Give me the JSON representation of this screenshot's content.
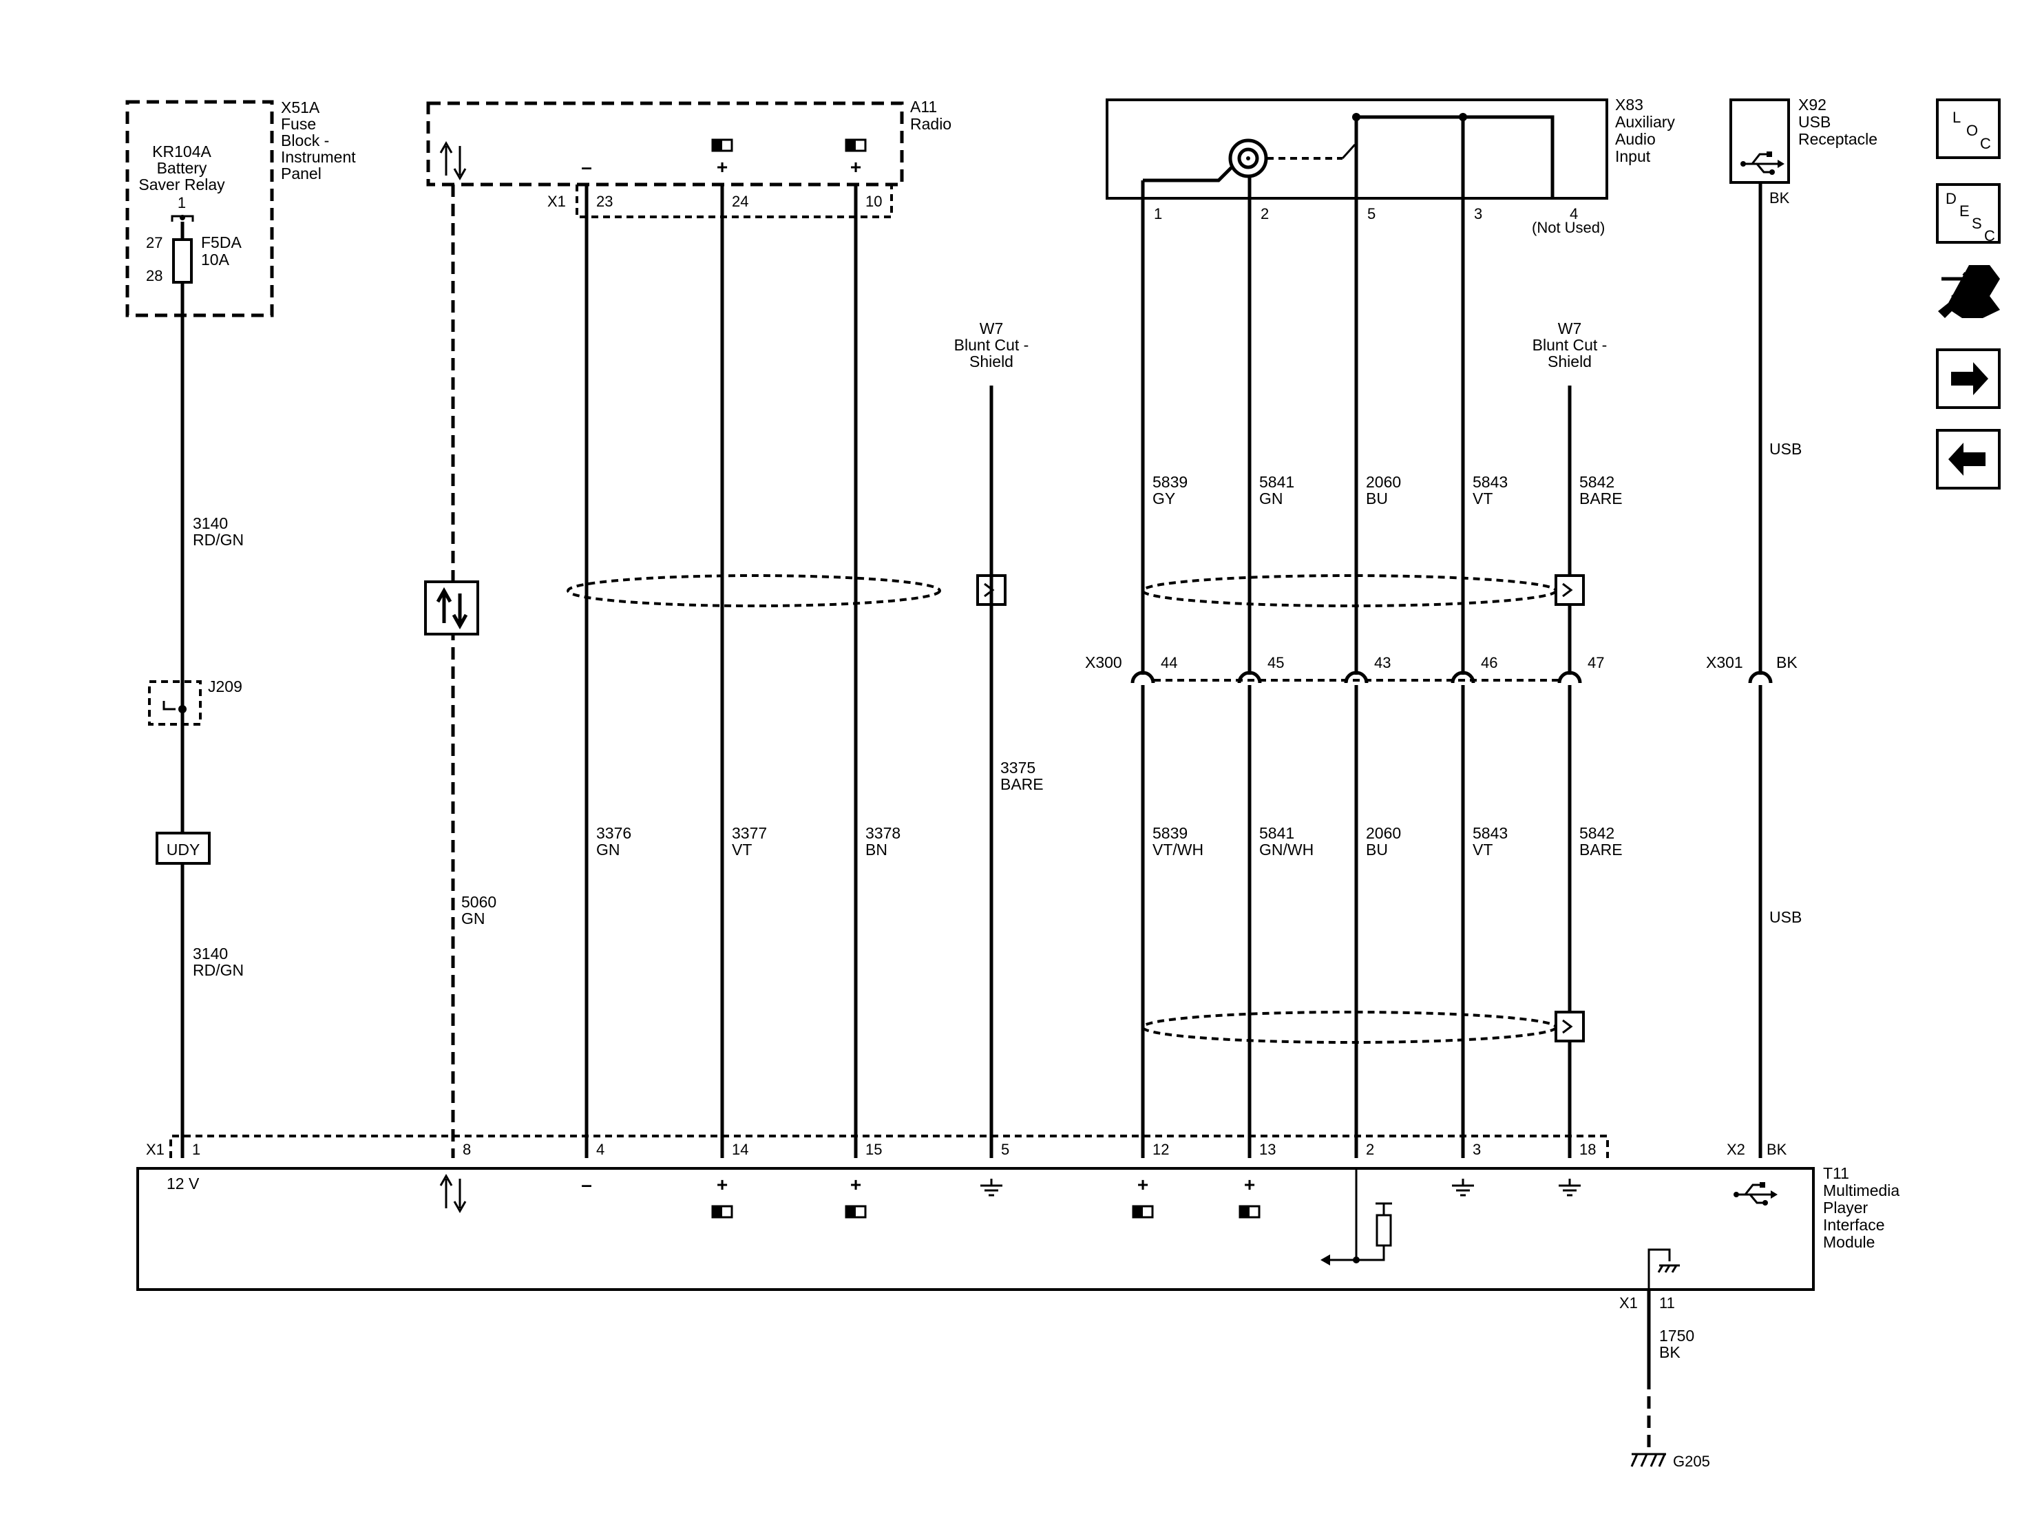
{
  "components": {
    "x51a": {
      "id": "X51A",
      "line1": "Fuse",
      "line2": "Block -",
      "line3": "Instrument",
      "line4": "Panel"
    },
    "kr104a": {
      "id": "KR104A",
      "line1": "Battery",
      "line2": "Saver Relay",
      "pin": "1"
    },
    "fuse": {
      "id": "F5DA",
      "rating": "10A",
      "pin_top": "27",
      "pin_bot": "28"
    },
    "a11": {
      "id": "A11",
      "name": "Radio",
      "conn": "X1",
      "pins": [
        "23",
        "24",
        "10"
      ]
    },
    "x83": {
      "id": "X83",
      "line1": "Auxiliary",
      "line2": "Audio",
      "line3": "Input",
      "pins": [
        "1",
        "2",
        "5",
        "3",
        "4"
      ],
      "not_used": "(Not Used)"
    },
    "x92": {
      "id": "X92",
      "line1": "USB",
      "line2": "Receptacle",
      "wire": "BK"
    },
    "w7a": {
      "id": "W7",
      "line1": "Blunt Cut -",
      "line2": "Shield"
    },
    "w7b": {
      "id": "W7",
      "line1": "Blunt Cut -",
      "line2": "Shield"
    },
    "j209": {
      "id": "J209"
    },
    "udy": {
      "id": "UDY"
    },
    "x300": {
      "id": "X300",
      "pins": [
        "44",
        "45",
        "43",
        "46",
        "47"
      ]
    },
    "x301": {
      "id": "X301",
      "wire": "BK"
    },
    "t11": {
      "id": "T11",
      "line1": "Multimedia",
      "line2": "Player",
      "line3": "Interface",
      "line4": "Module",
      "conn_x1": "X1",
      "conn_x2": "X2",
      "x2_wire": "BK",
      "voltage": "12 V",
      "pins": [
        "1",
        "8",
        "4",
        "14",
        "15",
        "5",
        "12",
        "13",
        "2",
        "3",
        "18"
      ],
      "gnd_conn": "X1",
      "gnd_pin": "11"
    },
    "g205": {
      "id": "G205"
    }
  },
  "wires": {
    "w3140a": {
      "circuit": "3140",
      "color": "RD/GN"
    },
    "w3140b": {
      "circuit": "3140",
      "color": "RD/GN"
    },
    "w5060": {
      "circuit": "5060",
      "color": "GN"
    },
    "w3376": {
      "circuit": "3376",
      "color": "GN"
    },
    "w3377": {
      "circuit": "3377",
      "color": "VT"
    },
    "w3378": {
      "circuit": "3378",
      "color": "BN"
    },
    "w3375": {
      "circuit": "3375",
      "color": "BARE"
    },
    "u5839": {
      "circuit": "5839",
      "color": "GY"
    },
    "u5841": {
      "circuit": "5841",
      "color": "GN"
    },
    "u2060": {
      "circuit": "2060",
      "color": "BU"
    },
    "u5843": {
      "circuit": "5843",
      "color": "VT"
    },
    "u5842": {
      "circuit": "5842",
      "color": "BARE"
    },
    "l5839": {
      "circuit": "5839",
      "color": "VT/WH"
    },
    "l5841": {
      "circuit": "5841",
      "color": "GN/WH"
    },
    "l2060": {
      "circuit": "2060",
      "color": "BU"
    },
    "l5843": {
      "circuit": "5843",
      "color": "VT"
    },
    "l5842": {
      "circuit": "5842",
      "color": "BARE"
    },
    "usb1": {
      "label": "USB"
    },
    "usb2": {
      "label": "USB"
    },
    "w1750": {
      "circuit": "1750",
      "color": "BK"
    }
  },
  "signs": {
    "minus": "–",
    "plus": "+"
  },
  "nav": {
    "loc": {
      "l1": "L",
      "l2": "O",
      "l3": "C"
    },
    "desc": {
      "l1": "D",
      "l2": "E",
      "l3": "S",
      "l4": "C"
    }
  }
}
